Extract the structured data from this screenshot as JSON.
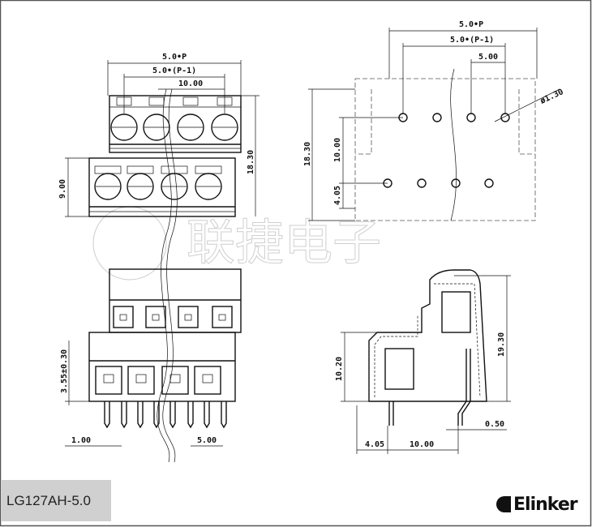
{
  "title_block": {
    "model": "LG127AH-5.0",
    "brand": "Elinker"
  },
  "watermark": "联捷电子",
  "top_view_dims": {
    "total": "5.0•P",
    "pitch_span": "5.0•(P-1)",
    "span": "10.00",
    "height": "18.30",
    "lower_height": "9.00"
  },
  "front_view_dims": {
    "pin_offset": "3.55±0.30",
    "pin_gap": "1.00",
    "pitch": "5.00"
  },
  "pcb_layout_dims": {
    "total": "5.0•P",
    "pitch_span": "5.0•(P-1)",
    "pitch": "5.00",
    "hole_dia": "ø1.30",
    "height": "18.30",
    "row_gap": "10.00",
    "row_offset": "4.05"
  },
  "side_view_dims": {
    "height": "19.30",
    "lower_height": "10.20",
    "pin_width": "0.50",
    "offset": "4.05",
    "row_pitch": "10.00"
  }
}
